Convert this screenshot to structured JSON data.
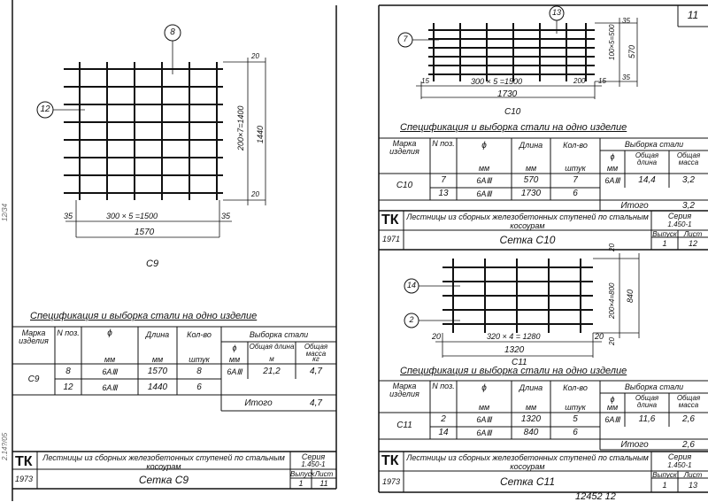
{
  "left": {
    "callouts": {
      "pos1": "8",
      "pos2": "12"
    },
    "dims": {
      "top": "20",
      "bottom": "20",
      "vertical": "200×7=1400",
      "height": "1440",
      "left": "35",
      "right": "35",
      "spacing": "300 × 5 =1500",
      "width": "1570"
    },
    "title": "С9",
    "spec_heading": "Спецификация и выборка стали на одно изделие",
    "table": {
      "h_mark": "Марка изделия",
      "h_pos": "N поз.",
      "h_dia": "ϕ",
      "h_len": "Длина",
      "h_qty": "Кол-во",
      "h_sel": "Выборка стали",
      "h_dia2": "ϕ",
      "h_total_len": "Общая длина",
      "h_total_mass": "Общая масса",
      "u_mm1": "мм",
      "u_mm2": "мм",
      "u_pcs": "штук",
      "u_mm3": "мм",
      "u_m": "м",
      "u_kg": "кг",
      "mark": "С9",
      "rows": [
        {
          "pos": "8",
          "dia": "6AⅢ",
          "len": "1570",
          "qty": "8"
        },
        {
          "pos": "12",
          "dia": "6AⅢ",
          "len": "1440",
          "qty": "6"
        }
      ],
      "sel_dia": "6AⅢ",
      "sel_len": "21,2",
      "sel_mass": "4,7",
      "total_label": "Итого",
      "total": "4,7"
    },
    "stamp": {
      "tk": "ТК",
      "desc": "Лестницы из сборных железобетонных ступеней по стальным косоурам",
      "series_label": "Серия",
      "series": "1.450-1",
      "year": "1973",
      "name": "Сетка С9",
      "issue_label": "Выпуск",
      "sheet_label": "Лист",
      "issue": "1",
      "sheet": "11"
    },
    "margin_text": [
      "12/34",
      "2.14?/05"
    ]
  },
  "right": {
    "page_no": "11",
    "c10": {
      "callouts": {
        "pos7": "7",
        "pos13": "13"
      },
      "dims": {
        "top": "35",
        "vertical": "100×5=500",
        "bottom": "35",
        "height": "570",
        "left": "15",
        "spacing": "300 × 5 =1500",
        "right_a": "200",
        "right_b": "15",
        "width": "1730"
      },
      "title": "С10",
      "spec_heading": "Спецификация и выборка стали на одно изделие",
      "mark": "С10",
      "rows": [
        {
          "pos": "7",
          "dia": "6AⅢ",
          "len": "570",
          "qty": "7"
        },
        {
          "pos": "13",
          "dia": "6AⅢ",
          "len": "1730",
          "qty": "6"
        }
      ],
      "sel_dia": "6AⅢ",
      "sel_len": "14,4",
      "sel_mass": "3,2",
      "total_label": "Итого",
      "total": "3,2",
      "stamp": {
        "tk": "ТК",
        "desc": "Лестницы из сборных железобетонных ступеней по стальным косоурам",
        "series_label": "Серия",
        "series": "1.450-1",
        "year": "1971",
        "name": "Сетка С10",
        "issue_label": "Выпуск",
        "sheet_label": "Лист",
        "issue": "1",
        "sheet": "12"
      }
    },
    "c11": {
      "callouts": {
        "pos14": "14",
        "pos2": "2"
      },
      "dims": {
        "top": "20",
        "vertical": "200×4=800",
        "height": "840",
        "bottom": "20",
        "left": "20",
        "spacing": "320 × 4 = 1280",
        "right": "20",
        "width": "1320"
      },
      "title": "С11",
      "spec_heading": "Спецификация и выборка стали на одно изделие",
      "mark": "С11",
      "rows": [
        {
          "pos": "2",
          "dia": "6AⅢ",
          "len": "1320",
          "qty": "5"
        },
        {
          "pos": "14",
          "dia": "6AⅢ",
          "len": "840",
          "qty": "6"
        }
      ],
      "sel_dia": "6AⅢ",
      "sel_len": "11,6",
      "sel_mass": "2,6",
      "total_label": "Итого",
      "total": "2,6",
      "stamp": {
        "tk": "ТК",
        "desc": "Лестницы из сборных железобетонных ступеней по стальным косоурам",
        "series_label": "Серия",
        "series": "1.450-1",
        "year": "1973",
        "name": "Сетка С11",
        "issue_label": "Выпуск",
        "sheet_label": "Лист",
        "issue": "1",
        "sheet": "13"
      }
    },
    "footer": "12452 12"
  }
}
